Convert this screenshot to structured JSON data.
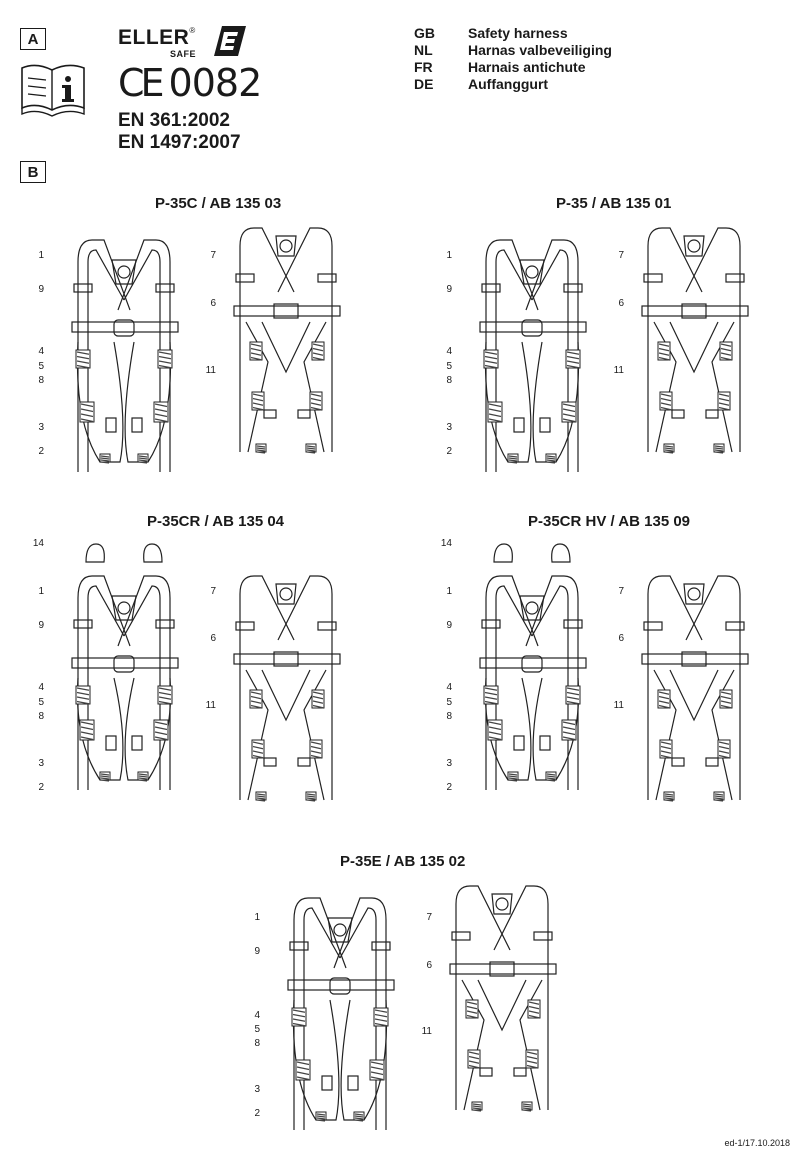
{
  "sections": {
    "a_label": "A",
    "b_label": "B"
  },
  "brand": {
    "name": "ELLER",
    "reg": "®",
    "sub": "SAFE"
  },
  "certification": {
    "ce_mark": "CE",
    "number": "0082"
  },
  "standards": [
    "EN 361:2002",
    "EN 1497:2007"
  ],
  "languages": [
    {
      "code": "GB",
      "name": "Safety harness"
    },
    {
      "code": "NL",
      "name": "Harnas valbeveiliging"
    },
    {
      "code": "FR",
      "name": "Harnais antichute"
    },
    {
      "code": "DE",
      "name": "Auffanggurt"
    }
  ],
  "models": [
    {
      "title": "P-35C / AB 135 03",
      "front_callouts": [
        "1",
        "9",
        "4",
        "5",
        "8",
        "3",
        "2"
      ],
      "back_callouts": [
        "7",
        "6",
        "11"
      ]
    },
    {
      "title": "P-35 / AB 135 01",
      "front_callouts": [
        "1",
        "9",
        "4",
        "5",
        "8",
        "3",
        "2"
      ],
      "back_callouts": [
        "7",
        "6",
        "11"
      ]
    },
    {
      "title": "P-35CR / AB 135 04",
      "front_callouts": [
        "14",
        "1",
        "9",
        "4",
        "5",
        "8",
        "3",
        "2"
      ],
      "back_callouts": [
        "7",
        "6",
        "11"
      ]
    },
    {
      "title": "P-35CR HV / AB 135 09",
      "front_callouts": [
        "14",
        "1",
        "9",
        "4",
        "5",
        "8",
        "3",
        "2"
      ],
      "back_callouts": [
        "7",
        "6",
        "11"
      ]
    },
    {
      "title": "P-35E / AB 135 02",
      "front_callouts": [
        "1",
        "9",
        "4",
        "5",
        "8",
        "3",
        "2"
      ],
      "back_callouts": [
        "7",
        "6",
        "11"
      ]
    }
  ],
  "footer": "ed-1/17.10.2018"
}
